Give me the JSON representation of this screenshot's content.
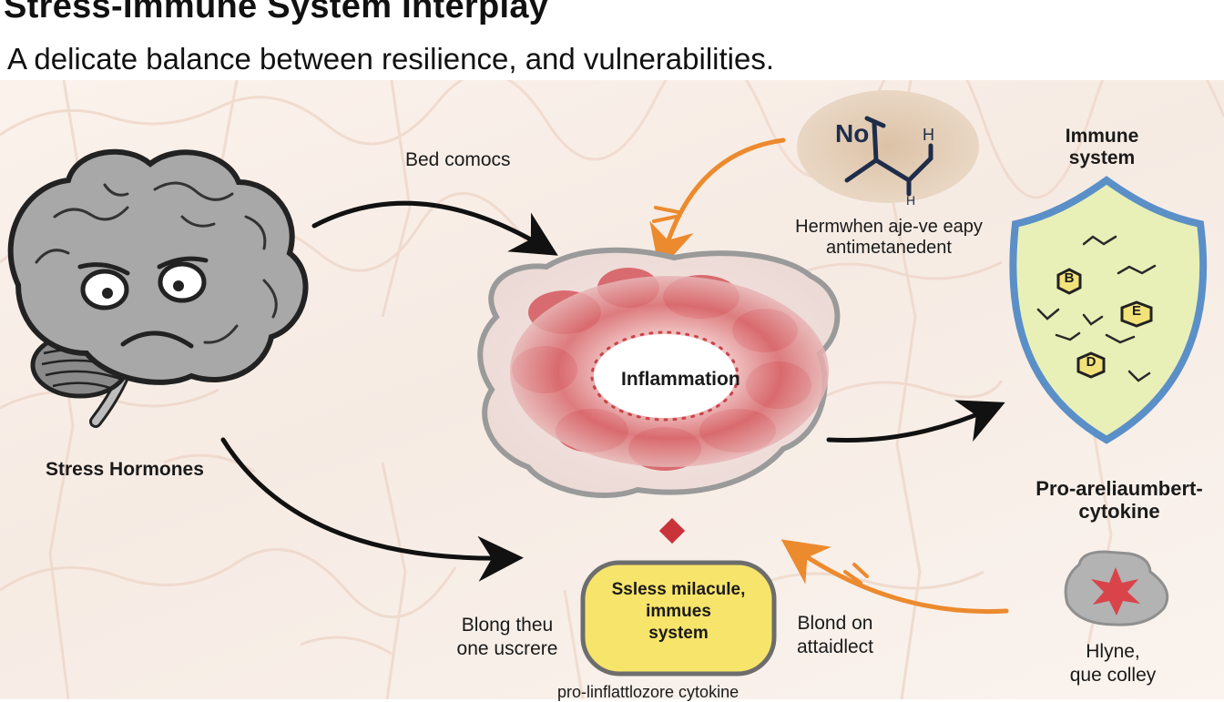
{
  "title": "Stress-Immune System Interplay",
  "subtitle": "A delicate balance between resilience, and vulnerabilities.",
  "labels": {
    "stress_hormones": "Stress Hormones",
    "bed_label": "Bed comocs",
    "inflammation": "Inflammation",
    "molecule_caption": "Hermwhen aje-ve eapy\nantimetanedent",
    "molecule_no": "No",
    "molecule_h1": "H",
    "molecule_h2": "H",
    "immune_system": "Immune\nsystem",
    "shield_b": "B",
    "shield_e": "E",
    "shield_d": "D",
    "pro_cytokine": "Pro-areliaumbert-\ncytokine",
    "stress_molecule": "Ssless milacule,\nimmues\nsystem",
    "blong_left": "Blong theu\none uscrere",
    "blond_right": "Blond on\nattaidlect",
    "bottom_caption": "pro-linflattlozore cytokine",
    "cytokine_caption": "Hlyne,\nque colley"
  },
  "colors": {
    "accent_orange": "#ec8a2e",
    "inflammation_red": "#c8444a",
    "shield_fill": "#e8f0b8",
    "shield_border": "#5b8fc8",
    "callout_fill": "#f7e46a",
    "brain_gray": "#a8a8a8"
  }
}
